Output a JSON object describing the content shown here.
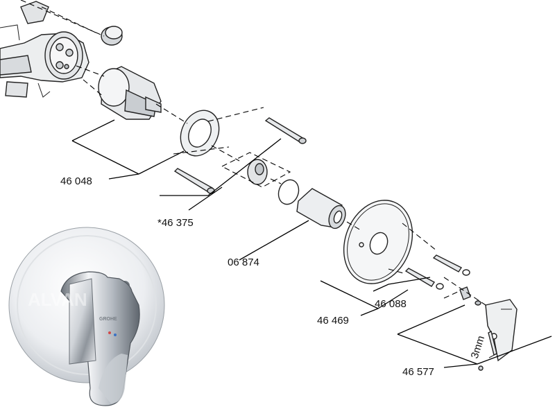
{
  "parts": [
    {
      "key": "cartridge",
      "label": "46 048"
    },
    {
      "key": "extension_set",
      "label": "*46 375"
    },
    {
      "key": "sleeve",
      "label": "06 874"
    },
    {
      "key": "escutcheon",
      "label": "46 469"
    },
    {
      "key": "screws",
      "label": "46 088"
    },
    {
      "key": "lever",
      "label": "46 577"
    }
  ],
  "tools": [
    {
      "key": "allen_key",
      "label": "3mm"
    }
  ],
  "product_photo": {
    "brand": "GROHE",
    "watermark": "ALVAN"
  }
}
